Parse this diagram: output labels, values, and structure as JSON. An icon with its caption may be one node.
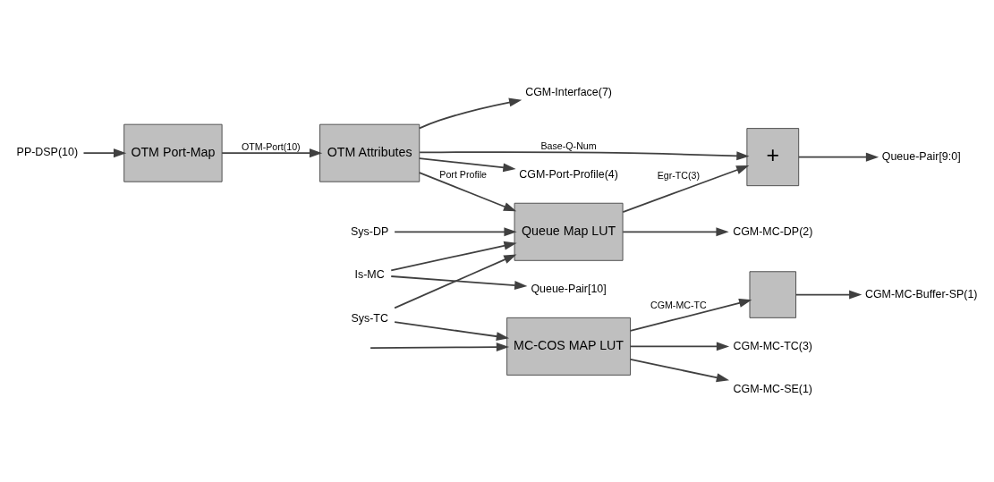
{
  "diagram": {
    "nodes": [
      {
        "text": [
          "PP-DSP(10)"
        ]
      },
      {
        "text": [
          "OTM Port-Map"
        ]
      },
      {
        "text": [
          "OTM Attributes"
        ]
      },
      {
        "text": [
          "+"
        ]
      },
      {
        "text": [
          "Is-MC"
        ]
      },
      {
        "text": [
          "Queue Map LUT"
        ]
      },
      {
        "text": [
          "Sys-TC"
        ]
      },
      {
        "text": [
          "Sys-DP"
        ]
      },
      {
        "text": [
          "MC-COS MAP LUT"
        ]
      },
      {
        "text": [],
        "shape": "box"
      },
      {
        "text": [
          "CGM-Port-Profile(4)"
        ]
      },
      {
        "text": [
          "CGM-Interface(7)"
        ]
      },
      {
        "text": [
          "Queue-Pair[9:0]"
        ]
      },
      {
        "text": [
          "Queue-Pair[10]"
        ]
      },
      {
        "text": [
          "CGM-MC-DP(2)"
        ]
      },
      {
        "text": [
          "CGM-MC-TC(3)"
        ]
      },
      {
        "text": [
          "CGM-MC-Buffer-SP(1)"
        ]
      },
      {
        "text": [
          "CGM-MC-SE(1)"
        ]
      }
    ],
    "edges": [
      {
        "from": 0,
        "to": 1,
        "arrow": "to"
      },
      {
        "from": 1,
        "to": 2,
        "arrow": "to",
        "label": "OTM-Port(10)"
      },
      {
        "from": 2,
        "to": 10,
        "arrow": "to"
      },
      {
        "from": 2,
        "to": 11,
        "arrow": "to"
      },
      {
        "from": 2,
        "to": 3,
        "arrow": "to",
        "label": "Base-Q-Num"
      },
      {
        "from": 2,
        "to": 5,
        "arrow": "to",
        "label": "Port Profile"
      },
      {
        "from": 5,
        "to": 3,
        "arrow": "to",
        "label": "Egr-TC(3)"
      },
      {
        "from": 3,
        "to": 12,
        "arrow": "to"
      },
      {
        "from": 4,
        "to": 13,
        "arrow": "to"
      },
      {
        "from": 4,
        "to": 5,
        "arrow": "to"
      },
      {
        "from": 6,
        "to": 5,
        "arrow": "to"
      },
      {
        "from": 6,
        "to": 8,
        "arrow": "to"
      },
      {
        "from": 7,
        "to": 5,
        "arrow": "to"
      },
      {
        "from": null,
        "to": 8,
        "arrow": "to"
      },
      {
        "from": 5,
        "to": 14,
        "arrow": "to"
      },
      {
        "from": 8,
        "to": 9,
        "arrow": "to",
        "label": "CGM-MC-TC"
      },
      {
        "from": 8,
        "to": 15,
        "arrow": "to"
      },
      {
        "from": 9,
        "to": 16,
        "arrow": "to"
      },
      {
        "from": 8,
        "to": 17,
        "arrow": "to"
      }
    ]
  }
}
